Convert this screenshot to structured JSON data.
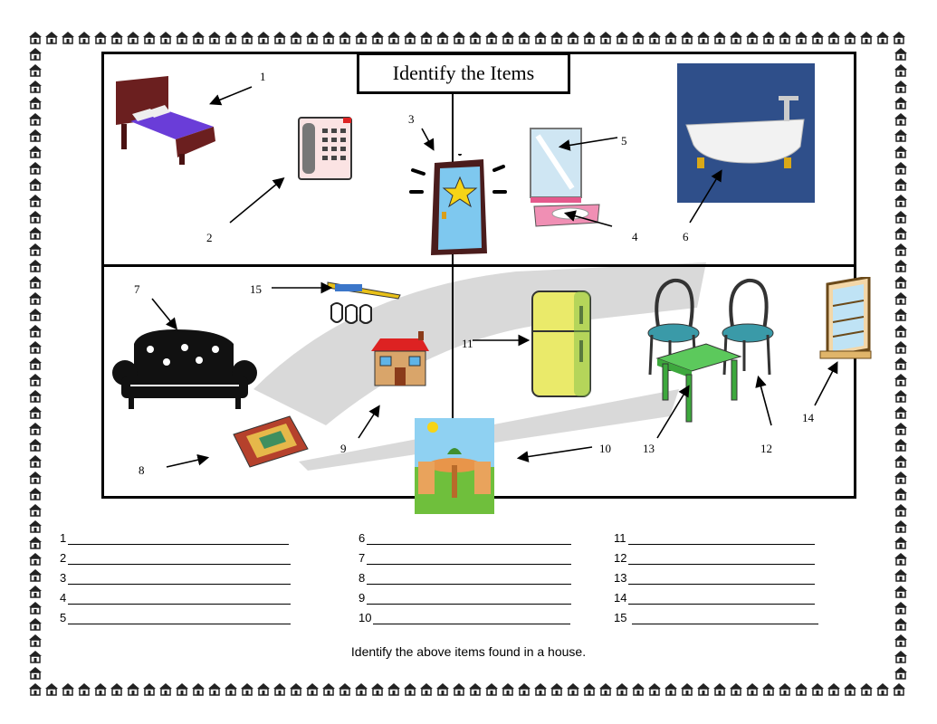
{
  "worksheet": {
    "title": "Identify the Items",
    "instruction": "Identify the above items found in a house."
  },
  "labels": [
    "1",
    "2",
    "3",
    "4",
    "5",
    "6",
    "7",
    "8",
    "9",
    "10",
    "11",
    "12",
    "13",
    "14",
    "15"
  ],
  "answers": {
    "col1": [
      "1",
      "2",
      "3",
      "4",
      "5"
    ],
    "col2": [
      "6",
      "7",
      "8",
      "9",
      "10"
    ],
    "col3": [
      "11",
      "12",
      "13",
      "14",
      "15"
    ]
  },
  "items": [
    "bed",
    "telephone",
    "door",
    "sink",
    "mirror",
    "bathtub",
    "sofa",
    "rug",
    "house",
    "patio",
    "refrigerator",
    "chair",
    "table",
    "window",
    "toothbrush"
  ]
}
